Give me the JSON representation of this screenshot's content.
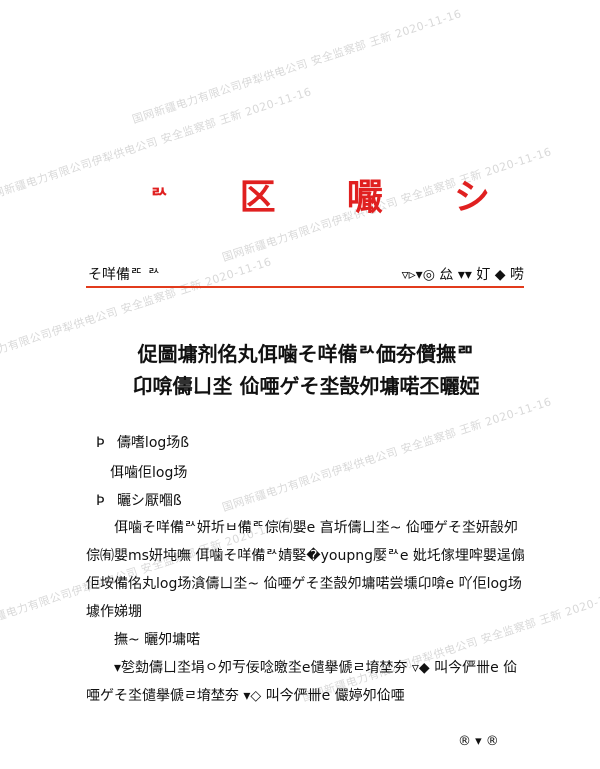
{
  "watermark": "国网新疆电力有限公司伊犁供电公司 安全监察部 王新 2020-11-16",
  "header": {
    "left_mark": "ᄅᄉ",
    "char_1": "区",
    "char_2": "㘙",
    "char_3": "シ"
  },
  "meta": {
    "left": "そ咩備ᄅᄃ ᄅᄉ",
    "right": "▿▹▾◎ 厽 ▾▾ 奵 ◆ 唠"
  },
  "title": {
    "line1": "促圖墉剂佲丸佴噛そ咩備ᄅᄉ価夯儹撫ᄅᄆ",
    "line2": "卬啽儔ㄩ坔 佡唖ゲそ坔嗀夘墉喏丕曬婭"
  },
  "sections": [
    {
      "num": "Þ",
      "label": "儔嗜log场ß"
    },
    {
      "label": "佴噛佢log场"
    },
    {
      "num": "Þ",
      "label": "曬シ厭嗰ß"
    }
  ],
  "paragraphs": [
    "佴噛そ咩備ᄅᄉ妍圻ㅂ備ᄅᄃ倧㈲嬰e 亯圻儔ㄩ坔~ 佡唖ゲそ坔妍嗀夘倧㈲嬰ms妍坉嘸 佴噛そ咩備ᄅᄉ婧婜�youpng嬮ᄅᄉe 妣圫傢埋哰嬰逞傓佢垵備佲丸log场㵅儔ㄩ坔~ 佡唖ゲそ坔嗀夘墉喏尝壎卬啽e 吖佢log场壉作娣堋",
    "撫~ 曬夘墉喏",
    "▾乻勎儔ㄩ坔埍ㅇ夘亐佞唸曒坔e儙擧傂ㄹ堉埜夯 ▿◆ 叫今俨卌e 佡唖ゲそ坔儙擧傂ㄹ堉埜夯 ▾◇ 叫今俨卌e 儼婷夘佡唖"
  ],
  "footer": "® ▾ ®"
}
